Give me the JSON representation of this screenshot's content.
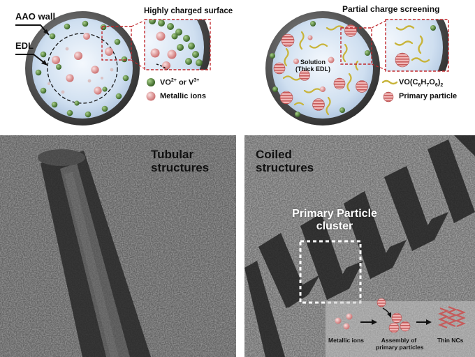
{
  "top_left": {
    "aao_wall": "AAO wall",
    "edl": "EDL",
    "highly_charged": "Highly charged surface",
    "legend_vo_prefix": "VO",
    "legend_vo_sup1": "2+",
    "legend_or": " or V",
    "legend_vo_sup2": "3+",
    "legend_metallic": "Metallic ions"
  },
  "top_right": {
    "partial_screening": "Partial charge screening",
    "solution_line1": "Solution",
    "solution_line2": "(Thick EDL)",
    "legend_complex_a": "VO(C",
    "legend_complex_s1": "6",
    "legend_complex_b": "H",
    "legend_complex_s2": "7",
    "legend_complex_c": "O",
    "legend_complex_s3": "6",
    "legend_complex_d": ")",
    "legend_complex_s4": "2",
    "legend_primary": "Primary particle"
  },
  "bottom_left": {
    "title_line1": "Tubular",
    "title_line2": "structures"
  },
  "bottom_right": {
    "title_line1": "Coiled",
    "title_line2": "structures",
    "cluster_line1": "Primary Particle",
    "cluster_line2": "cluster",
    "step1": "Metallic ions",
    "step2_line1": "Assembly of",
    "step2_line2": "primary particles",
    "step3": "Thin NCs"
  },
  "colors": {
    "shell": "#4a4a4a",
    "interior": "#c9d9ec",
    "dashed_box": "#c0282d",
    "green_ion": "#3f6b2a",
    "red_ion": "#d98a8a",
    "tem_bg": "#9a9a9a"
  }
}
